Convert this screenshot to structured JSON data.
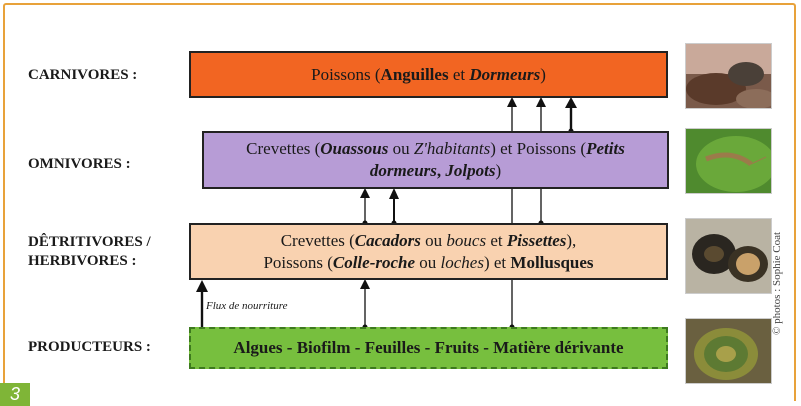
{
  "levels": {
    "carnivores": {
      "label": "CARNIVORES :"
    },
    "omnivores": {
      "label": "OMNIVORES :"
    },
    "detritivores": {
      "label_line1": "DÊTRITIVORES /",
      "label_line2": "HERBIVORES :"
    },
    "producteurs": {
      "label": "PRODUCTEURS :"
    }
  },
  "boxes": {
    "carnivores": {
      "t1": "Poissons (",
      "t2": "Anguilles",
      "t3": " et ",
      "t4": "Dormeurs",
      "t5": ")"
    },
    "omnivores": {
      "t1": "Crevettes (",
      "t2": "Ouassous",
      "t3": " ou ",
      "t4": "Z'habitants",
      "t5": ") et Poissons (",
      "t6": "Petits",
      "t7": "dormeurs",
      "t8": ", ",
      "t9": "Jolpots",
      "t10": ")"
    },
    "detritivores": {
      "t1": "Crevettes (",
      "t2": "Cacadors",
      "t3": " ou ",
      "t4": "boucs",
      "t5": " et ",
      "t6": "Pissettes",
      "t7": "),",
      "t8": "Poissons (",
      "t9": "Colle-roche",
      "t10": " ou ",
      "t11": "loches",
      "t12": ") et ",
      "t13": "Mollusques"
    },
    "producteurs": {
      "text": "Algues - Biofilm - Feuilles - Fruits - Matière dérivante"
    }
  },
  "flux_label": "Flux de nourriture",
  "credit": "© photos : Sophie Coat",
  "panel_number": "3",
  "colors": {
    "frame": "#e8a23a",
    "carnivores": "#f26522",
    "omnivores": "#b79cd6",
    "detritivores": "#f9d2b0",
    "producteurs": "#77bf3e",
    "panel_tag": "#7fb537"
  },
  "photos": [
    "eel-photo",
    "shrimp-photo",
    "snail-photo",
    "gastropod-photo"
  ]
}
